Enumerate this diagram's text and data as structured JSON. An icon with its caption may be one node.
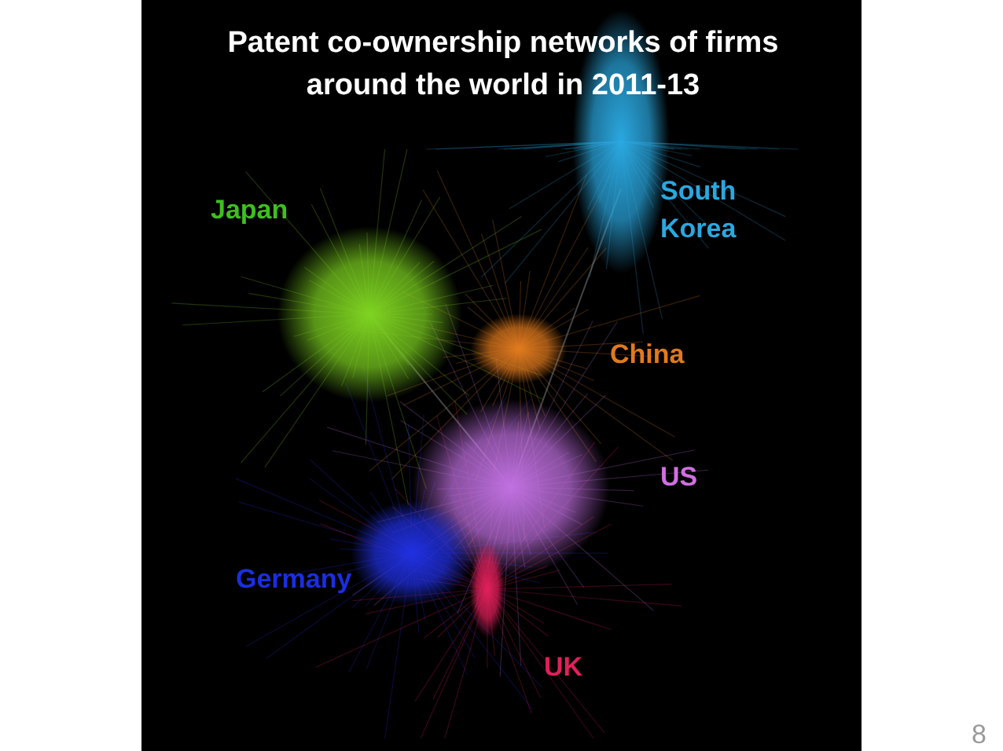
{
  "diagram": {
    "title": "Patent co-ownership networks of firms around the world in 2011-13",
    "labels": [
      "Japan",
      "South Korea",
      "China",
      "US",
      "Germany",
      "UK",
      "8"
    ]
  }
}
